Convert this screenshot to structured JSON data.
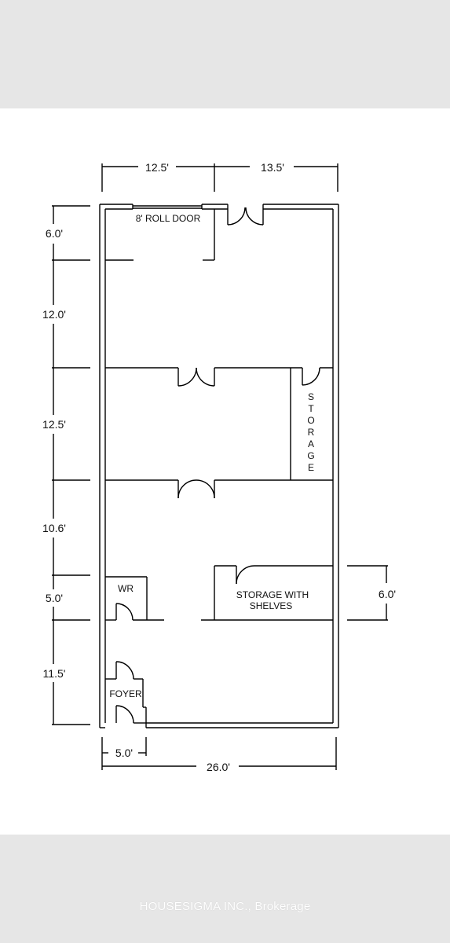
{
  "dimensions": {
    "top_left": "12.5'",
    "top_right": "13.5'",
    "left_1": "6.0'",
    "left_2": "12.0'",
    "left_3": "12.5'",
    "left_4": "10.6'",
    "left_5": "5.0'",
    "left_6": "11.5'",
    "right_storage": "6.0'",
    "bottom_small": "5.0'",
    "bottom_total": "26.0'"
  },
  "rooms": {
    "roll_door": "8' ROLL DOOR",
    "storage_vertical": [
      "S",
      "T",
      "O",
      "R",
      "A",
      "G",
      "E"
    ],
    "storage_shelves_line1": "STORAGE WITH",
    "storage_shelves_line2": "SHELVES",
    "wr": "WR",
    "foyer": "FOYER"
  },
  "footer": {
    "watermark": "HOUSESIGMA INC., Brokerage"
  }
}
